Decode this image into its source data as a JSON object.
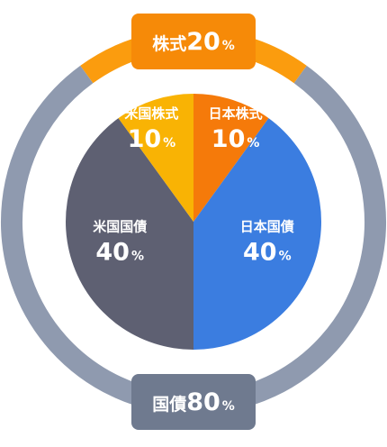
{
  "chart_data": {
    "type": "pie",
    "inner": {
      "categories": [
        "日本株式",
        "日本国債",
        "米国国債",
        "米国株式"
      ],
      "values": [
        10,
        40,
        40,
        10
      ],
      "unit": "%",
      "colors": [
        "#f57a0a",
        "#3b7de0",
        "#5e6072",
        "#f9b304"
      ]
    },
    "outer": {
      "categories": [
        "株式",
        "国債"
      ],
      "values": [
        20,
        80
      ],
      "unit": "%",
      "colors": [
        "#fb9c0e",
        "#8f9aaf"
      ]
    },
    "badge_colors": [
      "#f68a08",
      "#6f7a8f"
    ]
  }
}
